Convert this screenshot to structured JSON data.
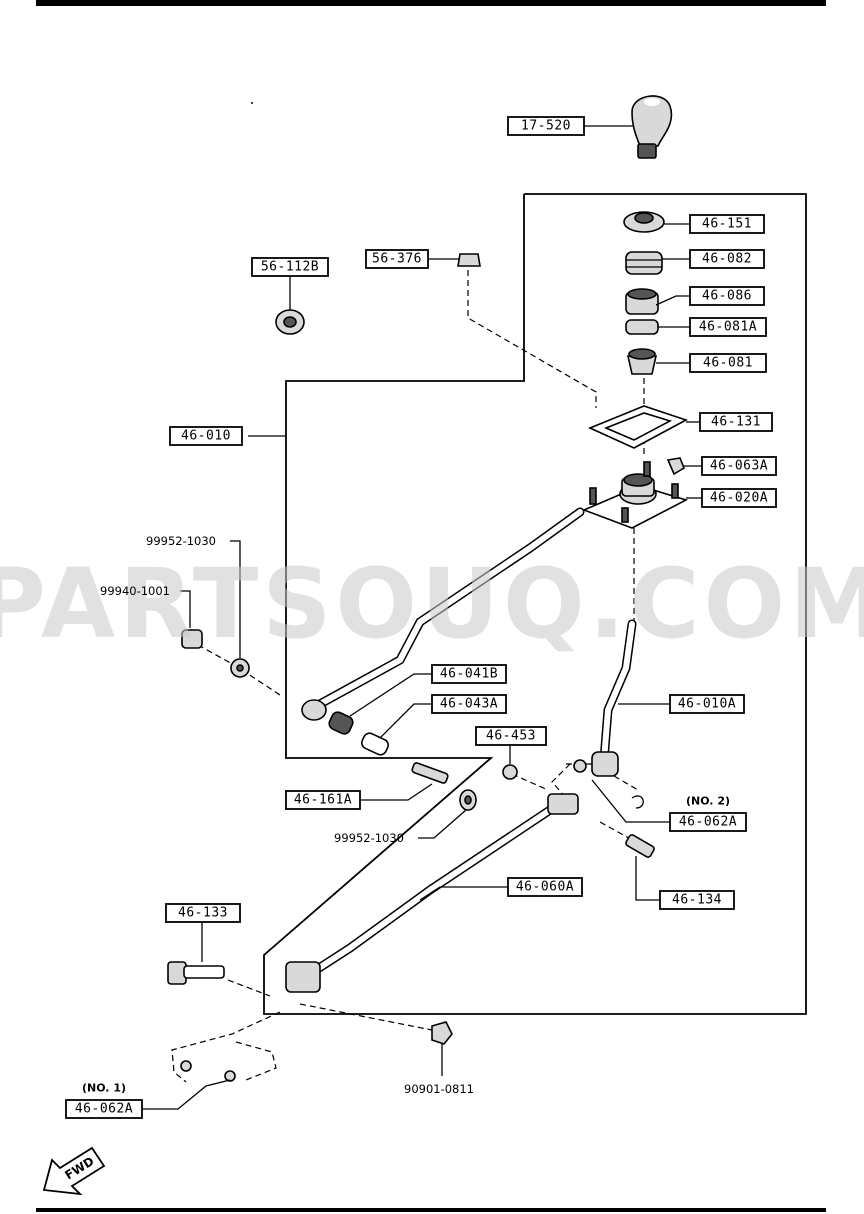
{
  "watermark": "PARTSOUQ.COM",
  "direction_label": "FWD",
  "labels": {
    "l_17_520": "17-520",
    "l_56_112B": "56-112B",
    "l_56_376": "56-376",
    "l_46_151": "46-151",
    "l_46_082": "46-082",
    "l_46_086": "46-086",
    "l_46_081A": "46-081A",
    "l_46_081": "46-081",
    "l_46_131": "46-131",
    "l_46_063A": "46-063A",
    "l_46_020A": "46-020A",
    "l_46_010": "46-010",
    "l_46_041B": "46-041B",
    "l_46_043A": "46-043A",
    "l_46_010A": "46-010A",
    "l_46_453": "46-453",
    "l_46_161A": "46-161A",
    "l_46_062A_no2": "46-062A",
    "l_46_134": "46-134",
    "l_46_060A": "46-060A",
    "l_46_133": "46-133",
    "l_46_062A_no1": "46-062A"
  },
  "plain_labels": {
    "p_99952_1030_top": "99952-1030",
    "p_99940_1001": "99940-1001",
    "p_99952_1030_bottom": "99952-1030",
    "p_90901_0811": "90901-0811"
  },
  "notes": {
    "no2": "(NO. 2)",
    "no1": "(NO. 1)"
  }
}
